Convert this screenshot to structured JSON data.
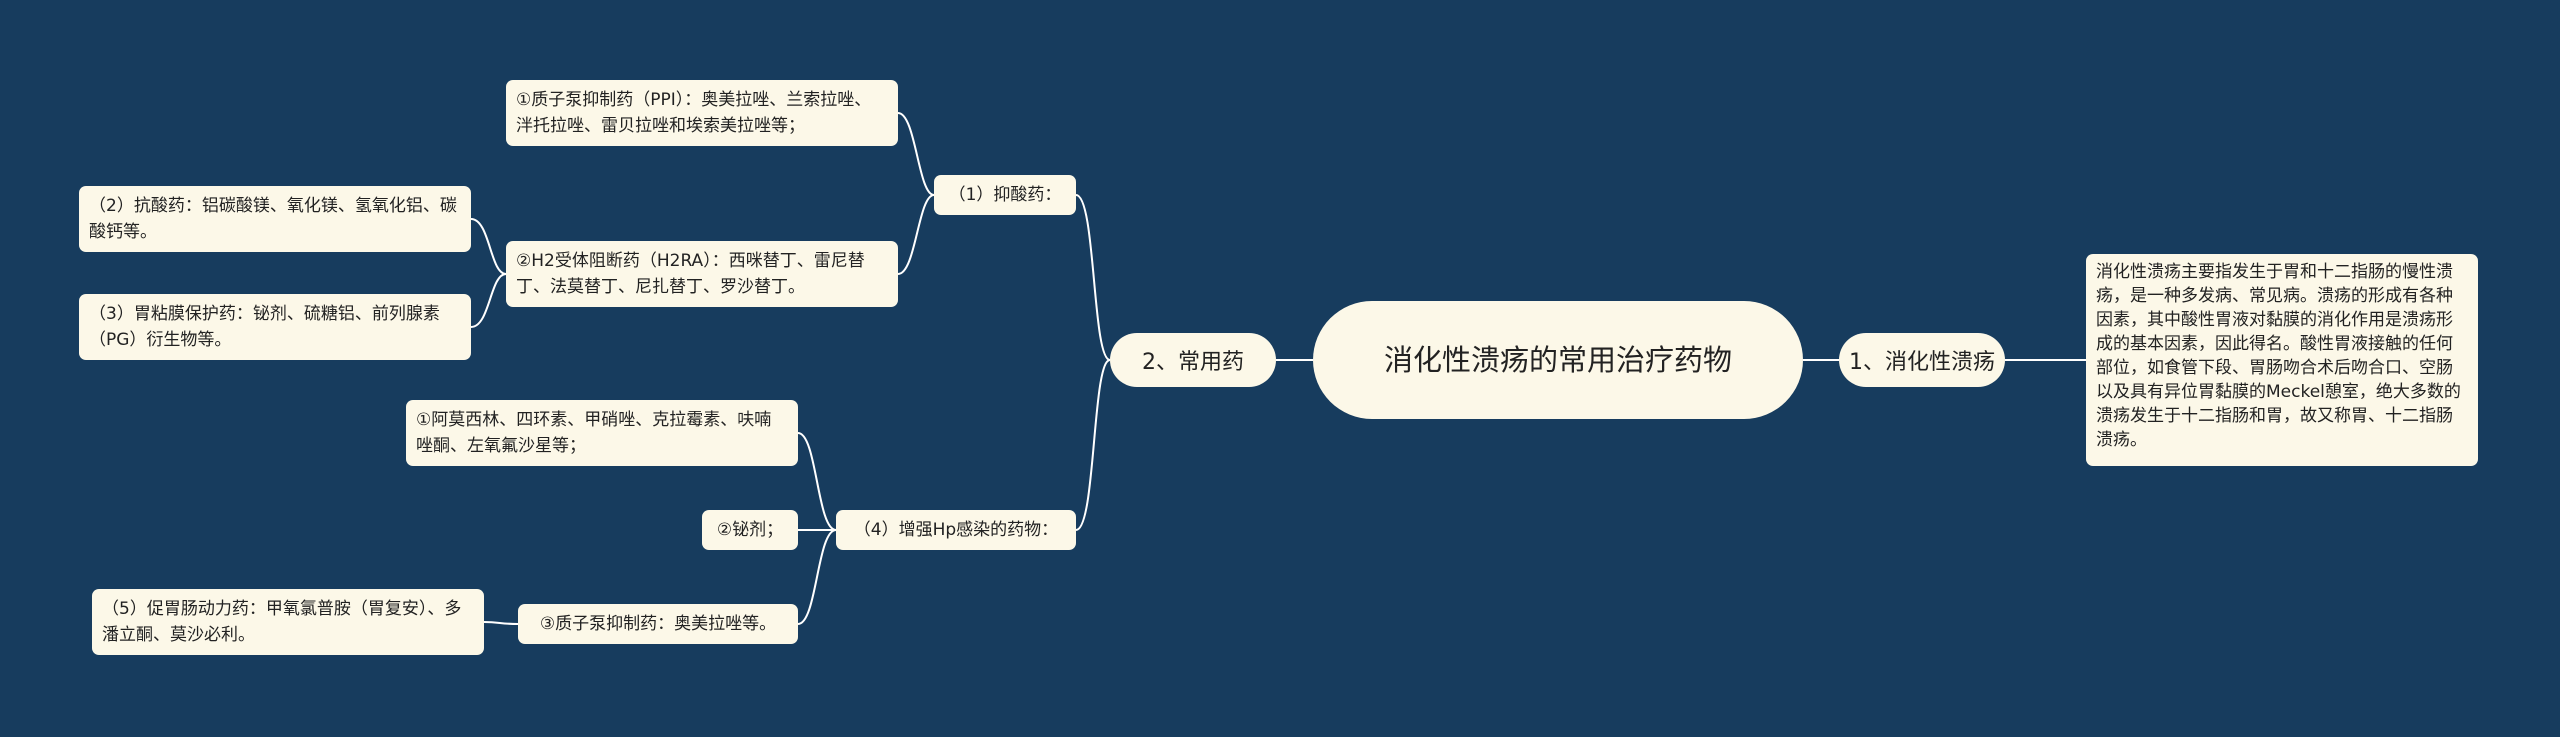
{
  "mindmap": {
    "root": "消化性溃疡的常用治疗药物",
    "branch_right": "1、消化性溃疡",
    "description": "消化性溃疡主要指发生于胃和十二指肠的慢性溃疡，是一种多发病、常见病。溃疡的形成有各种因素，其中酸性胃液对黏膜的消化作用是溃疡形成的基本因素，因此得名。酸性胃液接触的任何部位，如食管下段、胃肠吻合术后吻合口、空肠以及具有异位胃黏膜的Meckel憩室，绝大多数的溃疡发生于十二指肠和胃，故又称胃、十二指肠溃疡。",
    "branch_left": "2、常用药",
    "sub_acid": "（1）抑酸药：",
    "ppi": "①质子泵抑制药（PPI）：奥美拉唑、兰索拉唑、泮托拉唑、雷贝拉唑和埃索美拉唑等；",
    "h2ra": "②H2受体阻断药（H2RA）：西咪替丁、雷尼替丁、法莫替丁、尼扎替丁、罗沙替丁。",
    "antacid": "（2）抗酸药：铝碳酸镁、氧化镁、氢氧化铝、碳酸钙等。",
    "mucosa": "（3）胃粘膜保护药：铋剂、硫糖铝、前列腺素（PG）衍生物等。",
    "sub_hp": "（4）增强Hp感染的药物：",
    "antibiotics": "①阿莫西林、四环素、甲硝唑、克拉霉素、呋喃唑酮、左氧氟沙星等；",
    "bismuth": "②铋剂；",
    "ppi2": "③质子泵抑制药：奥美拉唑等。",
    "prokinetic": "（5）促胃肠动力药：甲氧氯普胺（胃复安）、多潘立酮、莫沙必利。"
  },
  "colors": {
    "background": "#173c5e",
    "node_fill": "#fcf8e8",
    "edge": "#ffffff"
  }
}
